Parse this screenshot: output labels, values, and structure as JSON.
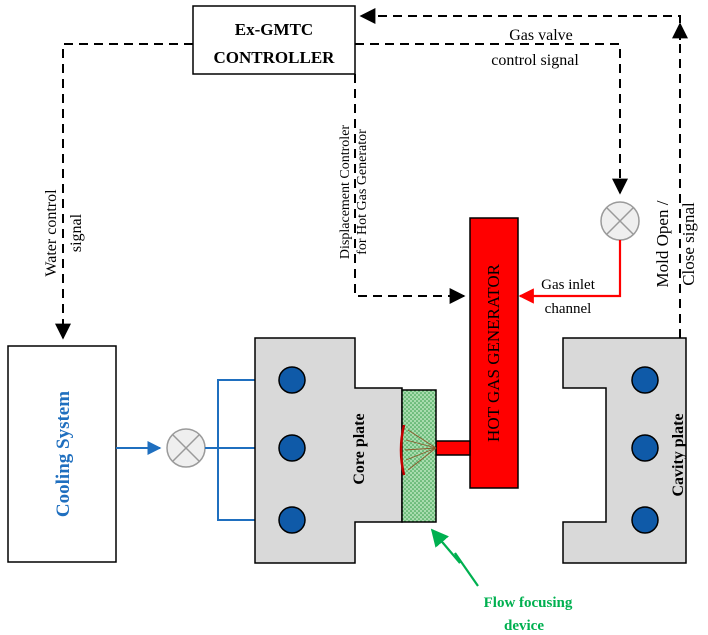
{
  "controller": {
    "line1": "Ex-GMTC",
    "line2": "CONTROLLER"
  },
  "gas_valve_signal": {
    "line1": "Gas valve",
    "line2": "control signal"
  },
  "displacement_label": {
    "line1": "Displacement Controler",
    "line2": "for Hot Gas Generator"
  },
  "water_signal": {
    "line1": "Water control",
    "line2": "signal"
  },
  "mold_signal": {
    "line1": "Mold Open /",
    "line2": "Close signal"
  },
  "hot_gas_generator": "HOT GAS GENERATOR",
  "gas_inlet": {
    "line1": "Gas inlet",
    "line2": "channel"
  },
  "cooling_system": "Cooling System",
  "core_plate": "Core plate",
  "cavity_plate": "Cavity plate",
  "flow_focusing": {
    "line1": "Flow focusing",
    "line2": "device"
  },
  "colors": {
    "generator_red": "#ff0000",
    "signal_red": "#ff0000",
    "water_blue": "#1f6fbf",
    "channel_blue": "#0f5aa8",
    "plate_gray": "#d9d9d9",
    "flow_green": "#00b050",
    "device_green": "#92d09a"
  }
}
